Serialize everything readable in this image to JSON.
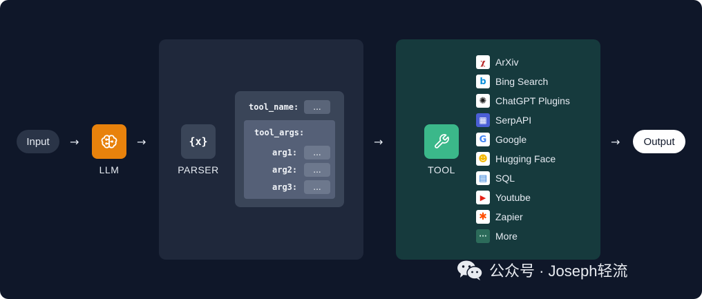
{
  "input_label": "Input",
  "output_label": "Output",
  "arrow_glyph": "→",
  "llm": {
    "label": "LLM",
    "icon": "brain-icon",
    "color": "#e8820c"
  },
  "parser": {
    "label": "PARSER",
    "icon": "curly-braces-x-icon",
    "icon_glyph": "{x}",
    "tool_name_key": "tool_name:",
    "tool_args_key": "tool_args:",
    "placeholder": "...",
    "args": [
      "arg1:",
      "arg2:",
      "arg3:"
    ]
  },
  "tool": {
    "label": "TOOL",
    "icon": "wrench-icon",
    "color": "#3bb88a",
    "items": [
      {
        "label": "ArXiv",
        "icon": "arxiv-icon",
        "glyph": "𝕏",
        "color": "#b31b1b"
      },
      {
        "label": "Bing Search",
        "icon": "bing-icon",
        "glyph": "b",
        "color": "#0c8fd8"
      },
      {
        "label": "ChatGPT Plugins",
        "icon": "openai-icon",
        "glyph": "✺",
        "color": "#1a1a1a"
      },
      {
        "label": "SerpAPI",
        "icon": "serpapi-icon",
        "glyph": "▦",
        "color": "#4b5fd6"
      },
      {
        "label": "Google",
        "icon": "google-icon",
        "glyph": "G",
        "color": "#4285f4"
      },
      {
        "label": "Hugging Face",
        "icon": "hugging-face-icon",
        "glyph": "☻",
        "color": "#f5b800"
      },
      {
        "label": "SQL",
        "icon": "sql-icon",
        "glyph": "▤",
        "color": "#2a7bd6"
      },
      {
        "label": "Youtube",
        "icon": "youtube-icon",
        "glyph": "▶",
        "color": "#e62117"
      },
      {
        "label": "Zapier",
        "icon": "zapier-icon",
        "glyph": "✱",
        "color": "#ff4f00"
      },
      {
        "label": "More",
        "icon": "more-icon",
        "glyph": "···",
        "color": "#9fe0c8"
      }
    ]
  },
  "watermark": "公众号 · Joseph轻流",
  "colors": {
    "background": "#0f1729",
    "parser_panel": "#1f283b",
    "tool_panel": "#163a3d"
  }
}
